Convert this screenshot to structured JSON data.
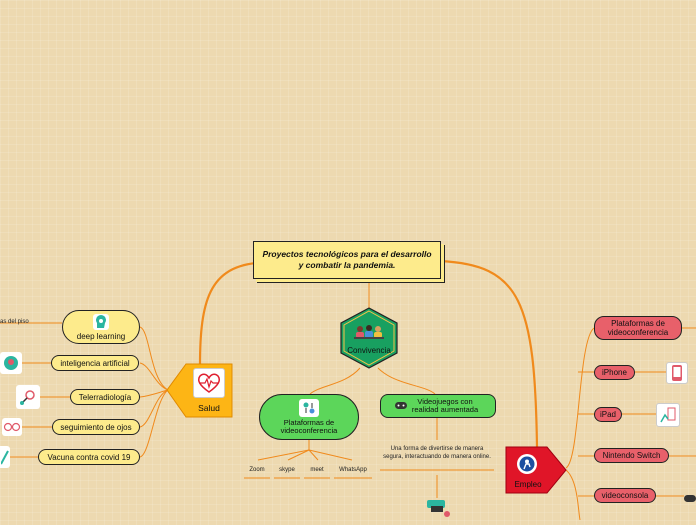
{
  "central": {
    "title": "Proyectos tecnológicos para el desarrollo y combatir la pandemia."
  },
  "convivencia": {
    "label": "Convivencia"
  },
  "salud": {
    "label": "Salud",
    "items": [
      {
        "label": "deep learning"
      },
      {
        "label": "inteligencia artificial"
      },
      {
        "label": "Telerradiología"
      },
      {
        "label": "seguimiento de ojos"
      },
      {
        "label": "Vacuna contra covid 19"
      }
    ],
    "cut_text": "as del piso"
  },
  "plataformas": {
    "label": "Plataformas de videoconferencia",
    "subs": [
      {
        "label": "Zoom"
      },
      {
        "label": "skype"
      },
      {
        "label": "meet"
      },
      {
        "label": "WhatsApp"
      }
    ]
  },
  "videojuegos": {
    "label": "Videojuegos con realidad aumentada",
    "desc": "Una forma de divertirse de manera segura, interactuando de manera online."
  },
  "empleo": {
    "label": "Empleo",
    "items": [
      {
        "label": "Plataformas de videoconferencia"
      },
      {
        "label": "iPhone"
      },
      {
        "label": "iPad"
      },
      {
        "label": "Nintendo Switch"
      },
      {
        "label": "videoconsola"
      }
    ]
  },
  "colors": {
    "link": "#f08a1c",
    "salud": "#fdb515",
    "empleo": "#e01528",
    "convivencia": "#18a060"
  }
}
